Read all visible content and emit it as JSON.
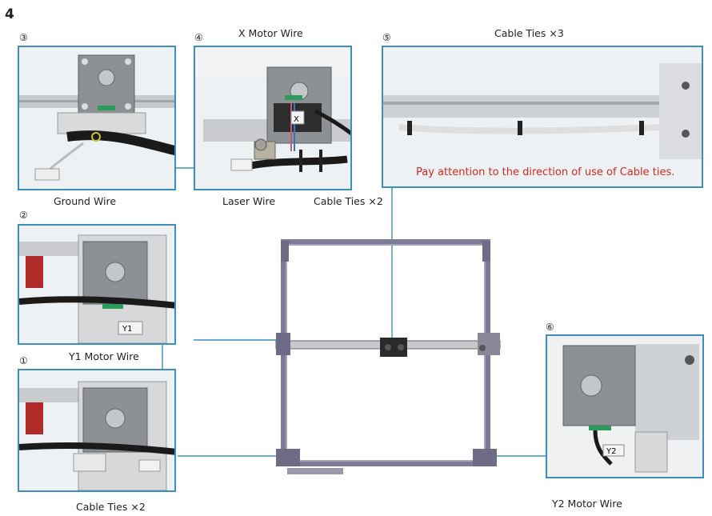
{
  "step": "4",
  "panels": {
    "p3": {
      "number": "③",
      "labels": {
        "ground": "Ground Wire"
      }
    },
    "p4": {
      "number": "④",
      "labels": {
        "x_motor": "X Motor Wire",
        "laser": "Laser Wire",
        "ties": "Cable Ties ×2"
      }
    },
    "p5": {
      "number": "⑤",
      "labels": {
        "ties": "Cable Ties ×3"
      },
      "note": "Pay attention to the direction of use of Cable ties."
    },
    "p2": {
      "number": "②",
      "labels": {
        "y1": "Y1 Motor Wire"
      }
    },
    "p1": {
      "number": "①",
      "labels": {
        "ties": "Cable Ties ×2"
      }
    },
    "p6": {
      "number": "⑥",
      "labels": {
        "y2": "Y2 Motor Wire"
      }
    }
  },
  "wire_tags": {
    "x": "X",
    "y1": "Y1",
    "y2": "Y2"
  },
  "colors": {
    "callout": "#3b8fb8",
    "note": "#d42a1e",
    "frame": "#7c7a96"
  }
}
